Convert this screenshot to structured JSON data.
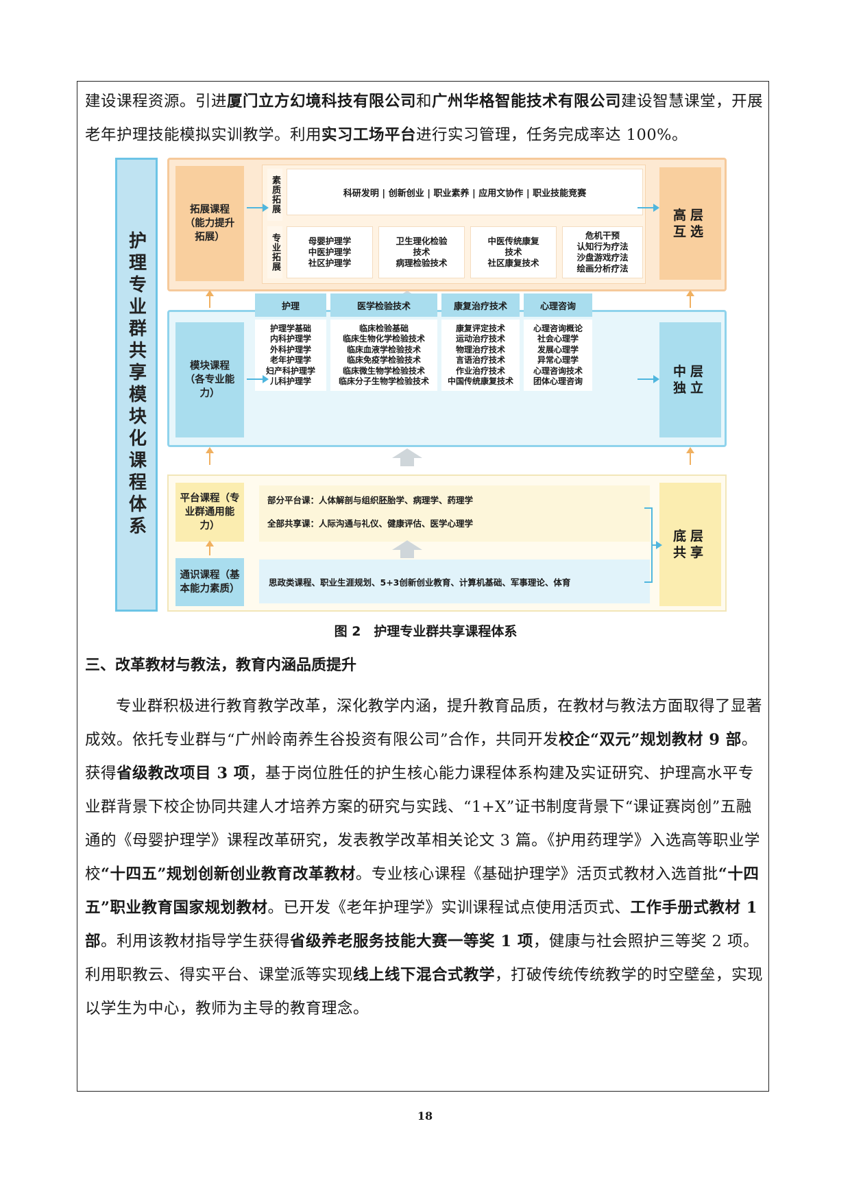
{
  "intro": {
    "t1": "建设课程资源。引进",
    "b1": "厦门立方幻境科技有限公司",
    "t2": "和",
    "b2": "广州华格智能技术有限公司",
    "t3": "建设智慧课堂，开展老年护理技能模拟实训教学。利用",
    "b3": "实习工场平台",
    "t4": "进行实习管理，任务完成率达 100%。"
  },
  "figure": {
    "sidebar": "护理专业群共享模块化课程体系",
    "top": {
      "left_label": "拓展课程（能力提升拓展）",
      "tag1": "素质拓展",
      "tag2": "专业拓展",
      "wide": "科研发明 | 创新创业 | 职业素养 | 应用文协作 | 职业技能竞赛",
      "cells": [
        "母婴护理学\n中医护理学\n社区护理学",
        "卫生理化检验\n技术\n病理检验技术",
        "中医传统康复\n技术\n社区康复技术",
        "危机干预\n认知行为疗法\n沙盘游戏疗法\n绘画分析疗法"
      ],
      "right_label": "高层互选"
    },
    "mid": {
      "left_label": "模块课程（各专业能力）",
      "headers": [
        "护理",
        "医学检验技术",
        "康复治疗技术",
        "心理咨询"
      ],
      "cells": [
        "护理学基础\n内科护理学\n外科护理学\n老年护理学\n妇产科护理学\n儿科护理学",
        "临床检验基础\n临床生物化学检验技术\n临床血液学检验技术\n临床免疫学检验技术\n临床微生物学检验技术\n临床分子生物学检验技术",
        "康复评定技术\n运动治疗技术\n物理治疗技术\n言语治疗技术\n作业治疗技术\n中国传统康复技术",
        "心理咨询概论\n社会心理学\n发展心理学\n异常心理学\n心理咨询技术\n团体心理咨询"
      ],
      "right_label": "中层独立"
    },
    "bot": {
      "platform_label": "平台课程（专业群通用能力）",
      "general_label": "通识课程（基本能力素质）",
      "strip1": "部分平台课：人体解剖与组织胚胎学、病理学、药理学",
      "strip2": "全部共享课：人际沟通与礼仪、健康评估、医学心理学",
      "strip3": "思政类课程、职业生涯规划、5+3创新创业教育、计算机基础、军事理论、体育",
      "right_label": "底层共享"
    }
  },
  "caption": "图 2　护理专业群共享课程体系",
  "section_heading": "三、改革教材与教法，教育内涵品质提升",
  "body": {
    "p1": "专业群积极进行教育教学改革，深化教学内涵，提升教育品质，在教材与教法方面取得了显著成效。依托专业群与“广州岭南养生谷投资有限公司”合作，共同开发",
    "b1": "校企“双元”规划教材 9 部",
    "p2": "。获得",
    "b2": "省级教改项目 3 项",
    "p3": "，基于岗位胜任的护生核心能力课程体系构建及实证研究、护理高水平专业群背景下校企协同共建人才培养方案的研究与实践、“1+X”证书制度背景下“课证赛岗创”五融通的《母婴护理学》课程改革研究，发表教学改革相关论文 3 篇。《护用药理学》入选高等职业学校",
    "b3": "“十四五”规划创新创业教育改革教材",
    "p4": "。专业核心课程《基础护理学》活页式教材入选首批",
    "b4": "“十四五”职业教育国家规划教材",
    "p5": "。已开发《老年护理学》实训课程试点使用活页式、",
    "b5": "工作手册式教材 1 部",
    "p6": "。利用该教材指导学生获得",
    "b6": "省级养老服务技能大赛一等奖 1 项",
    "p7": "，健康与社会照护三等奖 2 项。利用职教云、得实平台、课堂派等实现",
    "b7": "线上线下混合式教学",
    "p8": "，打破传统传统教学的时空壁垒，实现以学生为中心，教师为主导的教育理念。"
  },
  "page_number": "18"
}
